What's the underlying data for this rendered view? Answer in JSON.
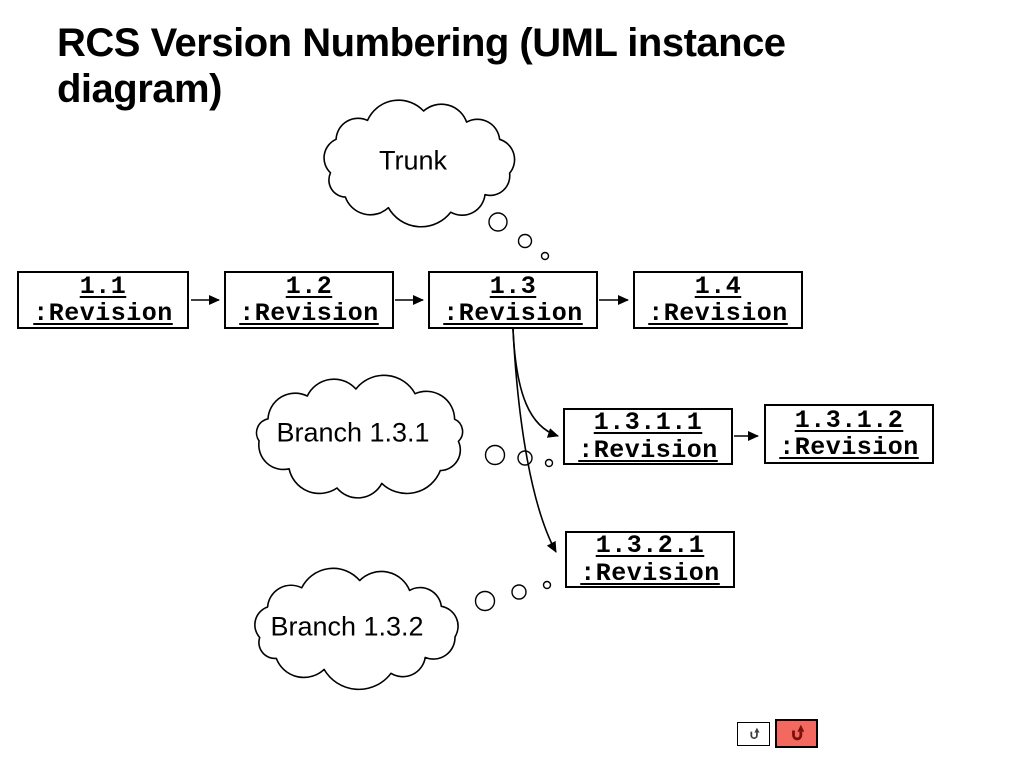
{
  "title": "RCS Version Numbering (UML instance diagram)",
  "clouds": {
    "trunk": {
      "label": "Trunk"
    },
    "branch131": {
      "label": "Branch 1.3.1"
    },
    "branch132": {
      "label": "Branch 1.3.2"
    }
  },
  "revisions": {
    "r11": {
      "version": "1.1",
      "classifier": ":Revision"
    },
    "r12": {
      "version": "1.2",
      "classifier": ":Revision"
    },
    "r13": {
      "version": "1.3",
      "classifier": ":Revision"
    },
    "r14": {
      "version": "1.4",
      "classifier": ":Revision"
    },
    "r1311": {
      "version": "1.3.1.1",
      "classifier": ":Revision"
    },
    "r1312": {
      "version": "1.3.1.2",
      "classifier": ":Revision"
    },
    "r1321": {
      "version": "1.3.2.1",
      "classifier": ":Revision"
    }
  },
  "nav_buttons": {
    "return_inactive": {
      "icon": "u-turn-arrow-icon"
    },
    "return_active": {
      "icon": "u-turn-arrow-icon"
    }
  },
  "colors": {
    "background": "#ffffff",
    "stroke": "#000000",
    "active_button_fill": "#f4695f",
    "active_button_icon": "#7a120b",
    "inactive_button_icon": "#3c3c3c"
  }
}
